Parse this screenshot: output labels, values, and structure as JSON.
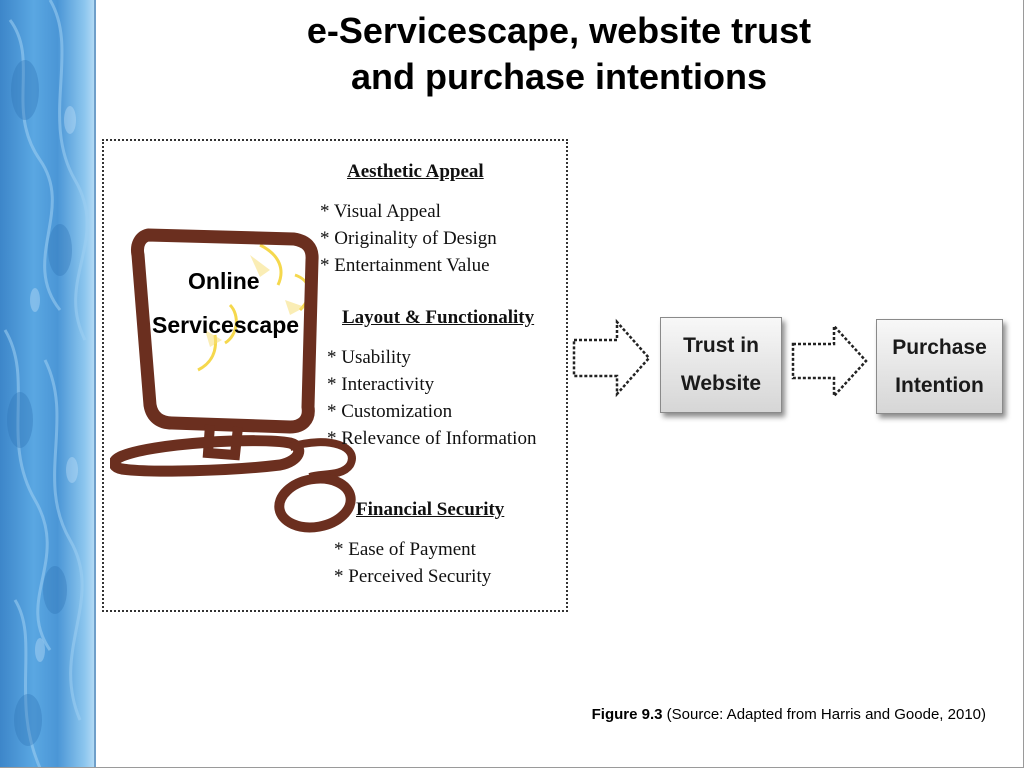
{
  "title": {
    "line1": "e-Servicescape, website trust",
    "line2": "and purchase intentions"
  },
  "computer": {
    "screen_label_line1": "Online",
    "screen_label_line2": "Servicescape"
  },
  "categories": [
    {
      "title": "Aesthetic Appeal",
      "items": [
        "* Visual Appeal",
        "* Originality of Design",
        "* Entertainment Value"
      ]
    },
    {
      "title": "Layout & Functionality",
      "items": [
        "* Usability",
        "* Interactivity",
        "* Customization",
        "* Relevance of Information"
      ]
    },
    {
      "title": "Financial Security",
      "items": [
        "* Ease of Payment",
        "* Perceived Security"
      ]
    }
  ],
  "flow": {
    "trust_line1": "Trust in",
    "trust_line2": "Website",
    "purchase_line1": "Purchase",
    "purchase_line2": "Intention"
  },
  "caption": {
    "figure": "Figure 9.3",
    "source": "(Source: Adapted from Harris and Goode, 2010)"
  },
  "colors": {
    "side_band": "#4b96d6",
    "computer_outline": "#6b2f1f",
    "screen_rays": "#f4d43a",
    "box_fill": "#e3e3e3"
  },
  "icons": [
    "computer-icon",
    "arrow-right-icon"
  ]
}
